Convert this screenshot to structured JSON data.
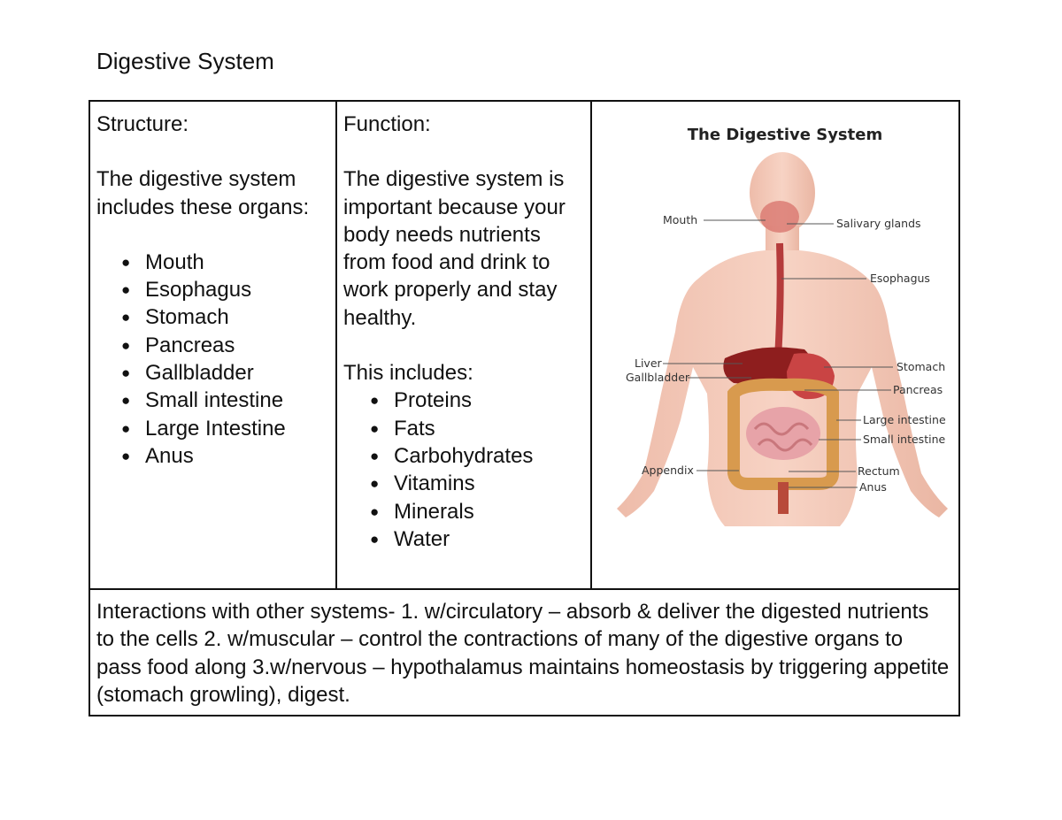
{
  "document": {
    "title": "Digestive System"
  },
  "structure": {
    "heading": "Structure:",
    "intro": "The digestive system includes these organs:",
    "organs": [
      "Mouth",
      "Esophagus",
      "Stomach",
      "Pancreas",
      "Gallbladder",
      "Small intestine",
      "Large Intestine",
      "Anus"
    ]
  },
  "function": {
    "heading": "Function:",
    "intro": "The digestive system is important because your body needs nutrients from food and drink to work properly and stay healthy.",
    "includes_label": "This includes:",
    "nutrients": [
      "Proteins",
      "Fats",
      "Carbohydrates",
      "Vitamins",
      "Minerals",
      "Water"
    ]
  },
  "figure": {
    "title": "The Digestive System",
    "labels": {
      "mouth": "Mouth",
      "salivary_glands": "Salivary glands",
      "esophagus": "Esophagus",
      "liver": "Liver",
      "gallbladder": "Gallbladder",
      "stomach": "Stomach",
      "pancreas": "Pancreas",
      "large_intestine": "Large intestine",
      "small_intestine": "Small intestine",
      "appendix": "Appendix",
      "rectum": "Rectum",
      "anus": "Anus"
    }
  },
  "interactions": {
    "text": "Interactions with other systems- 1. w/circulatory – absorb & deliver the digested nutrients to the cells 2. w/muscular – control the contractions of many of the digestive organs to pass food along 3.w/nervous – hypothalamus maintains homeostasis by triggering appetite (stomach growling), digest."
  }
}
